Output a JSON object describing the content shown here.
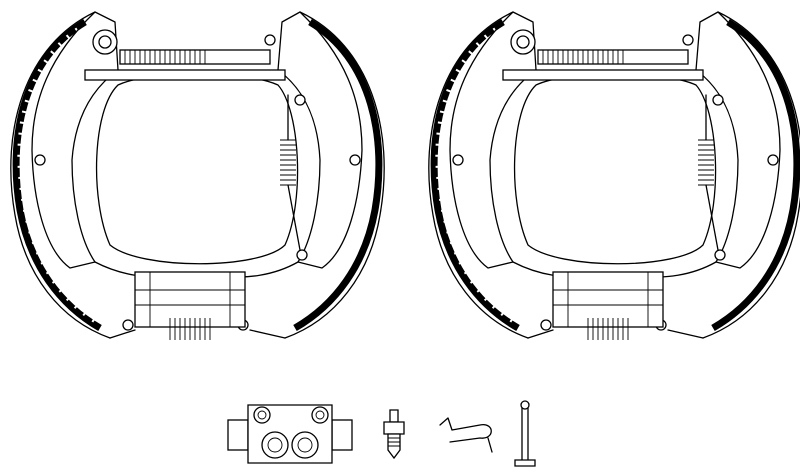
{
  "colors": {
    "line": "#000000",
    "background": "#ffffff"
  },
  "parts": {
    "assemblies": [
      "brake-shoe-assembly-left",
      "brake-shoe-assembly-right"
    ],
    "components": [
      "wheel-cylinder",
      "bleeder-screw",
      "retaining-clip",
      "hold-down-pin"
    ]
  }
}
